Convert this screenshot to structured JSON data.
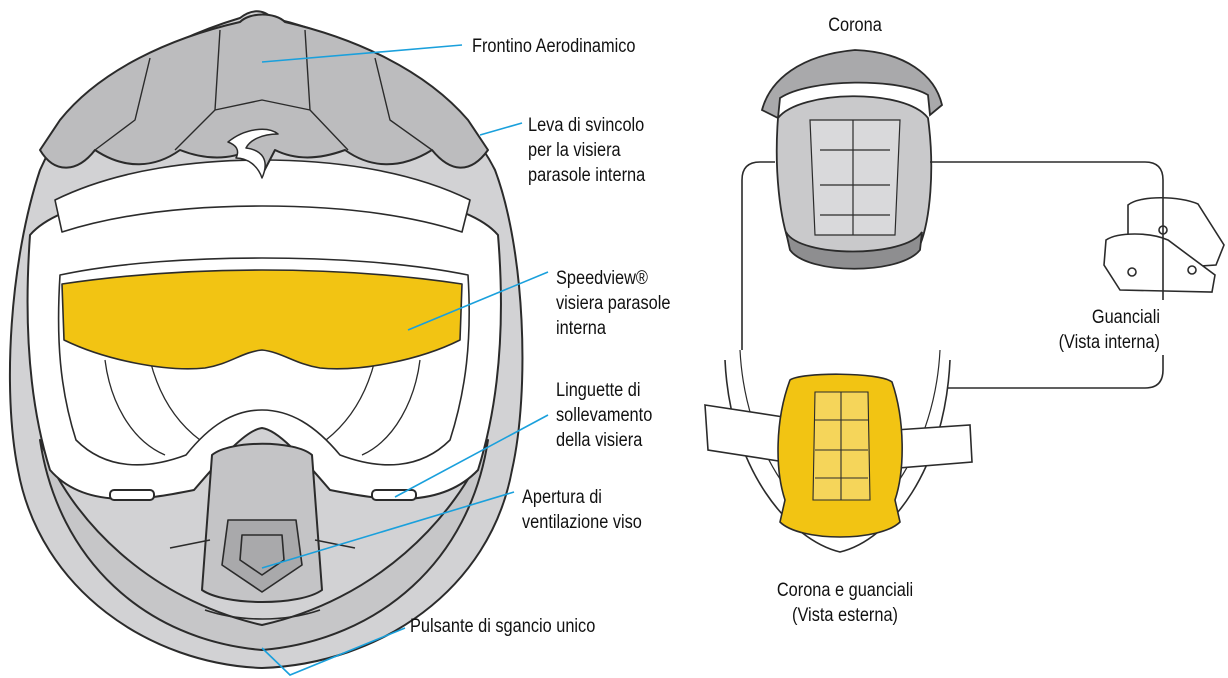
{
  "callouts": {
    "frontino": "Frontino Aerodinamico",
    "leva": "Leva di svincolo\nper la visiera\nparasole interna",
    "speedview": "Speedview®\nvisiera parasole\ninterna",
    "linguette": "Linguette di\nsollevamento\ndella visiera",
    "apertura": "Apertura di\nventilazione viso",
    "pulsante": "Pulsante di sgancio unico"
  },
  "parts": {
    "corona": "Corona",
    "guanciali": "Guanciali\n(Vista interna)",
    "corona_guanciali": "Corona e guanciali\n(Vista esterna)"
  },
  "colors": {
    "leader": "#1aa0dc",
    "visor": "#f2c413",
    "shell": "#d2d2d4",
    "outline": "#2b2b2b",
    "liner": "#a9a9ab"
  }
}
